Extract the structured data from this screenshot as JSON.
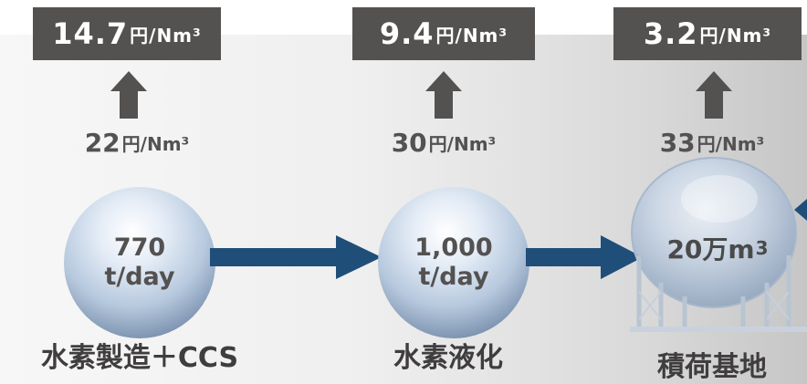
{
  "stages": [
    {
      "target_cost": "14.7",
      "target_unit": "円/Nm³",
      "current_cost": "22",
      "current_unit": "円/Nm³",
      "capacity_line1": "770",
      "capacity_line2": "t/day",
      "label": "水素製造＋CCS"
    },
    {
      "target_cost": "9.4",
      "target_unit": "円/Nm³",
      "current_cost": "30",
      "current_unit": "円/Nm³",
      "capacity_line1": "1,000",
      "capacity_line2": "t/day",
      "label": "水素液化"
    },
    {
      "target_cost": "3.2",
      "target_unit": "円/Nm³",
      "current_cost": "33",
      "current_unit": "円/Nm³",
      "capacity_main": "20万m",
      "capacity_sup": "3",
      "label": "積荷基地"
    }
  ],
  "colors": {
    "cost_box": "#545151",
    "flow_arrow": "#1f4e79",
    "text": "#545151"
  },
  "icons": [
    "arrow-up-icon",
    "flow-arrow-icon",
    "storage-tank-icon"
  ]
}
